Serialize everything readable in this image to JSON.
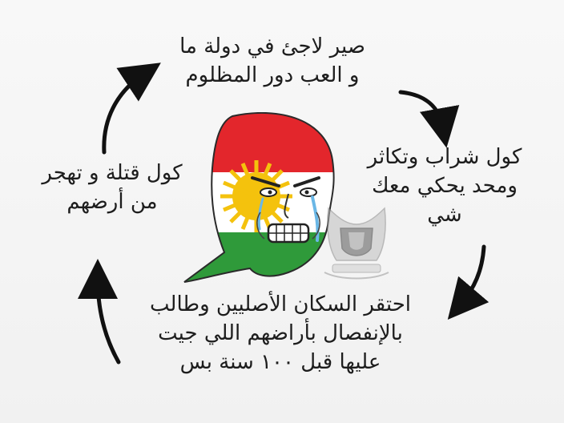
{
  "meme": {
    "captions": {
      "top": [
        "صير لاجئ في دولة ما",
        "و العب دور المظلوم"
      ],
      "right": [
        "كول شراب وتكاثر",
        "ومحد يحكي معك",
        "شي"
      ],
      "left": [
        "كول قتلة و تهجر",
        "من أرضهم"
      ],
      "bottom": [
        "احتقر السكان الأصليين وطالب",
        "بالإنفصال بأراضهم اللي جيت",
        "عليها قبل ١٠٠ سنة بس"
      ]
    },
    "flag_colors": {
      "red": "#e3262c",
      "white": "#ffffff",
      "green": "#2f9a3a",
      "sun": "#f4c20d"
    },
    "icons": [
      "cycle-arrow-icon",
      "wojak-face-icon",
      "emblem-icon"
    ]
  }
}
